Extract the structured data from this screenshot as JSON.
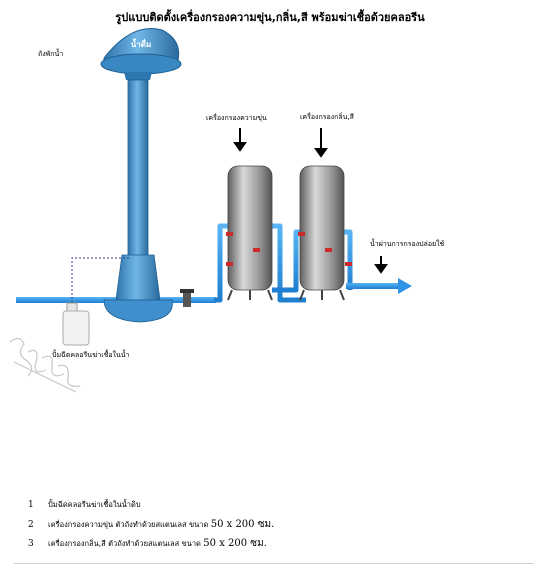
{
  "title": "รูปแบบติดตั้งเครื่องกรองความขุ่น,กลิ่น,สี พร้อมฆ่าเชื้อด้วยคลอรีน",
  "labels": {
    "water_tower": "ถังพักน้ำ",
    "tower_text": "น้ำดื่ม",
    "turbidity_filter": "เครื่องกรองความขุ่น",
    "odor_color_filter": "เครื่องกรองกลิ่น,สี",
    "output_water": "น้ำผ่านการกรองปล่อยใช้",
    "chlorine_pump": "ปั้มฉีดคลอรีนฆ่าเชื้อในน้ำ"
  },
  "legend": [
    {
      "num": "1",
      "text": "ปั้มฉีดคลอรีนฆ่าเชื้อในน้ำดิบ",
      "dim": ""
    },
    {
      "num": "2",
      "text": "เครื่องกรองความขุ่น ตัวถังทำด้วยสแตนเลส ขนาด",
      "dim": "50 x 200 ซม."
    },
    {
      "num": "3",
      "text": "เครื่องกรองกลิ่น,สี   ตัวถังทำด้วยสแตนเลส ขนาด",
      "dim": "50 x 200 ซม."
    }
  ],
  "colors": {
    "pipe": "#2f93e6",
    "tower": "#3d8fc8",
    "tank": "#8a8a8a",
    "valve": "#cc2a2a",
    "arrow": "#000000"
  }
}
